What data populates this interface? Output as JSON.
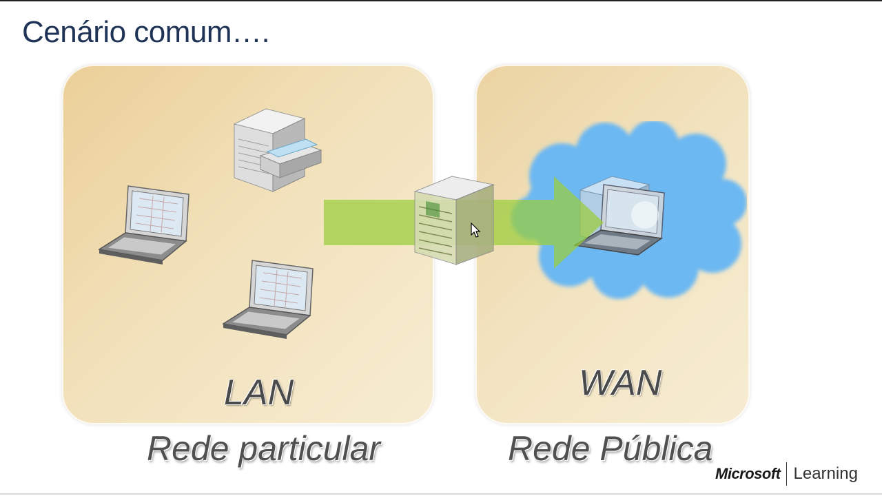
{
  "slide": {
    "title": "Cenário comum….",
    "lan_label": "LAN",
    "wan_label": "WAN",
    "lan_caption": "Rede particular",
    "wan_caption": "Rede Pública"
  },
  "brand": {
    "company": "Microsoft",
    "product": "Learning"
  },
  "colors": {
    "title": "#1f3356",
    "panel": "#efd9ab",
    "cloud": "#6cb8f2",
    "arrow": "#9acd3a"
  },
  "icons": [
    "laptop-icon",
    "laptop-icon",
    "server-printer-icon",
    "server-icon",
    "cloud-icon",
    "arrow-icon",
    "remote-laptop-icon",
    "mouse-cursor-icon"
  ]
}
